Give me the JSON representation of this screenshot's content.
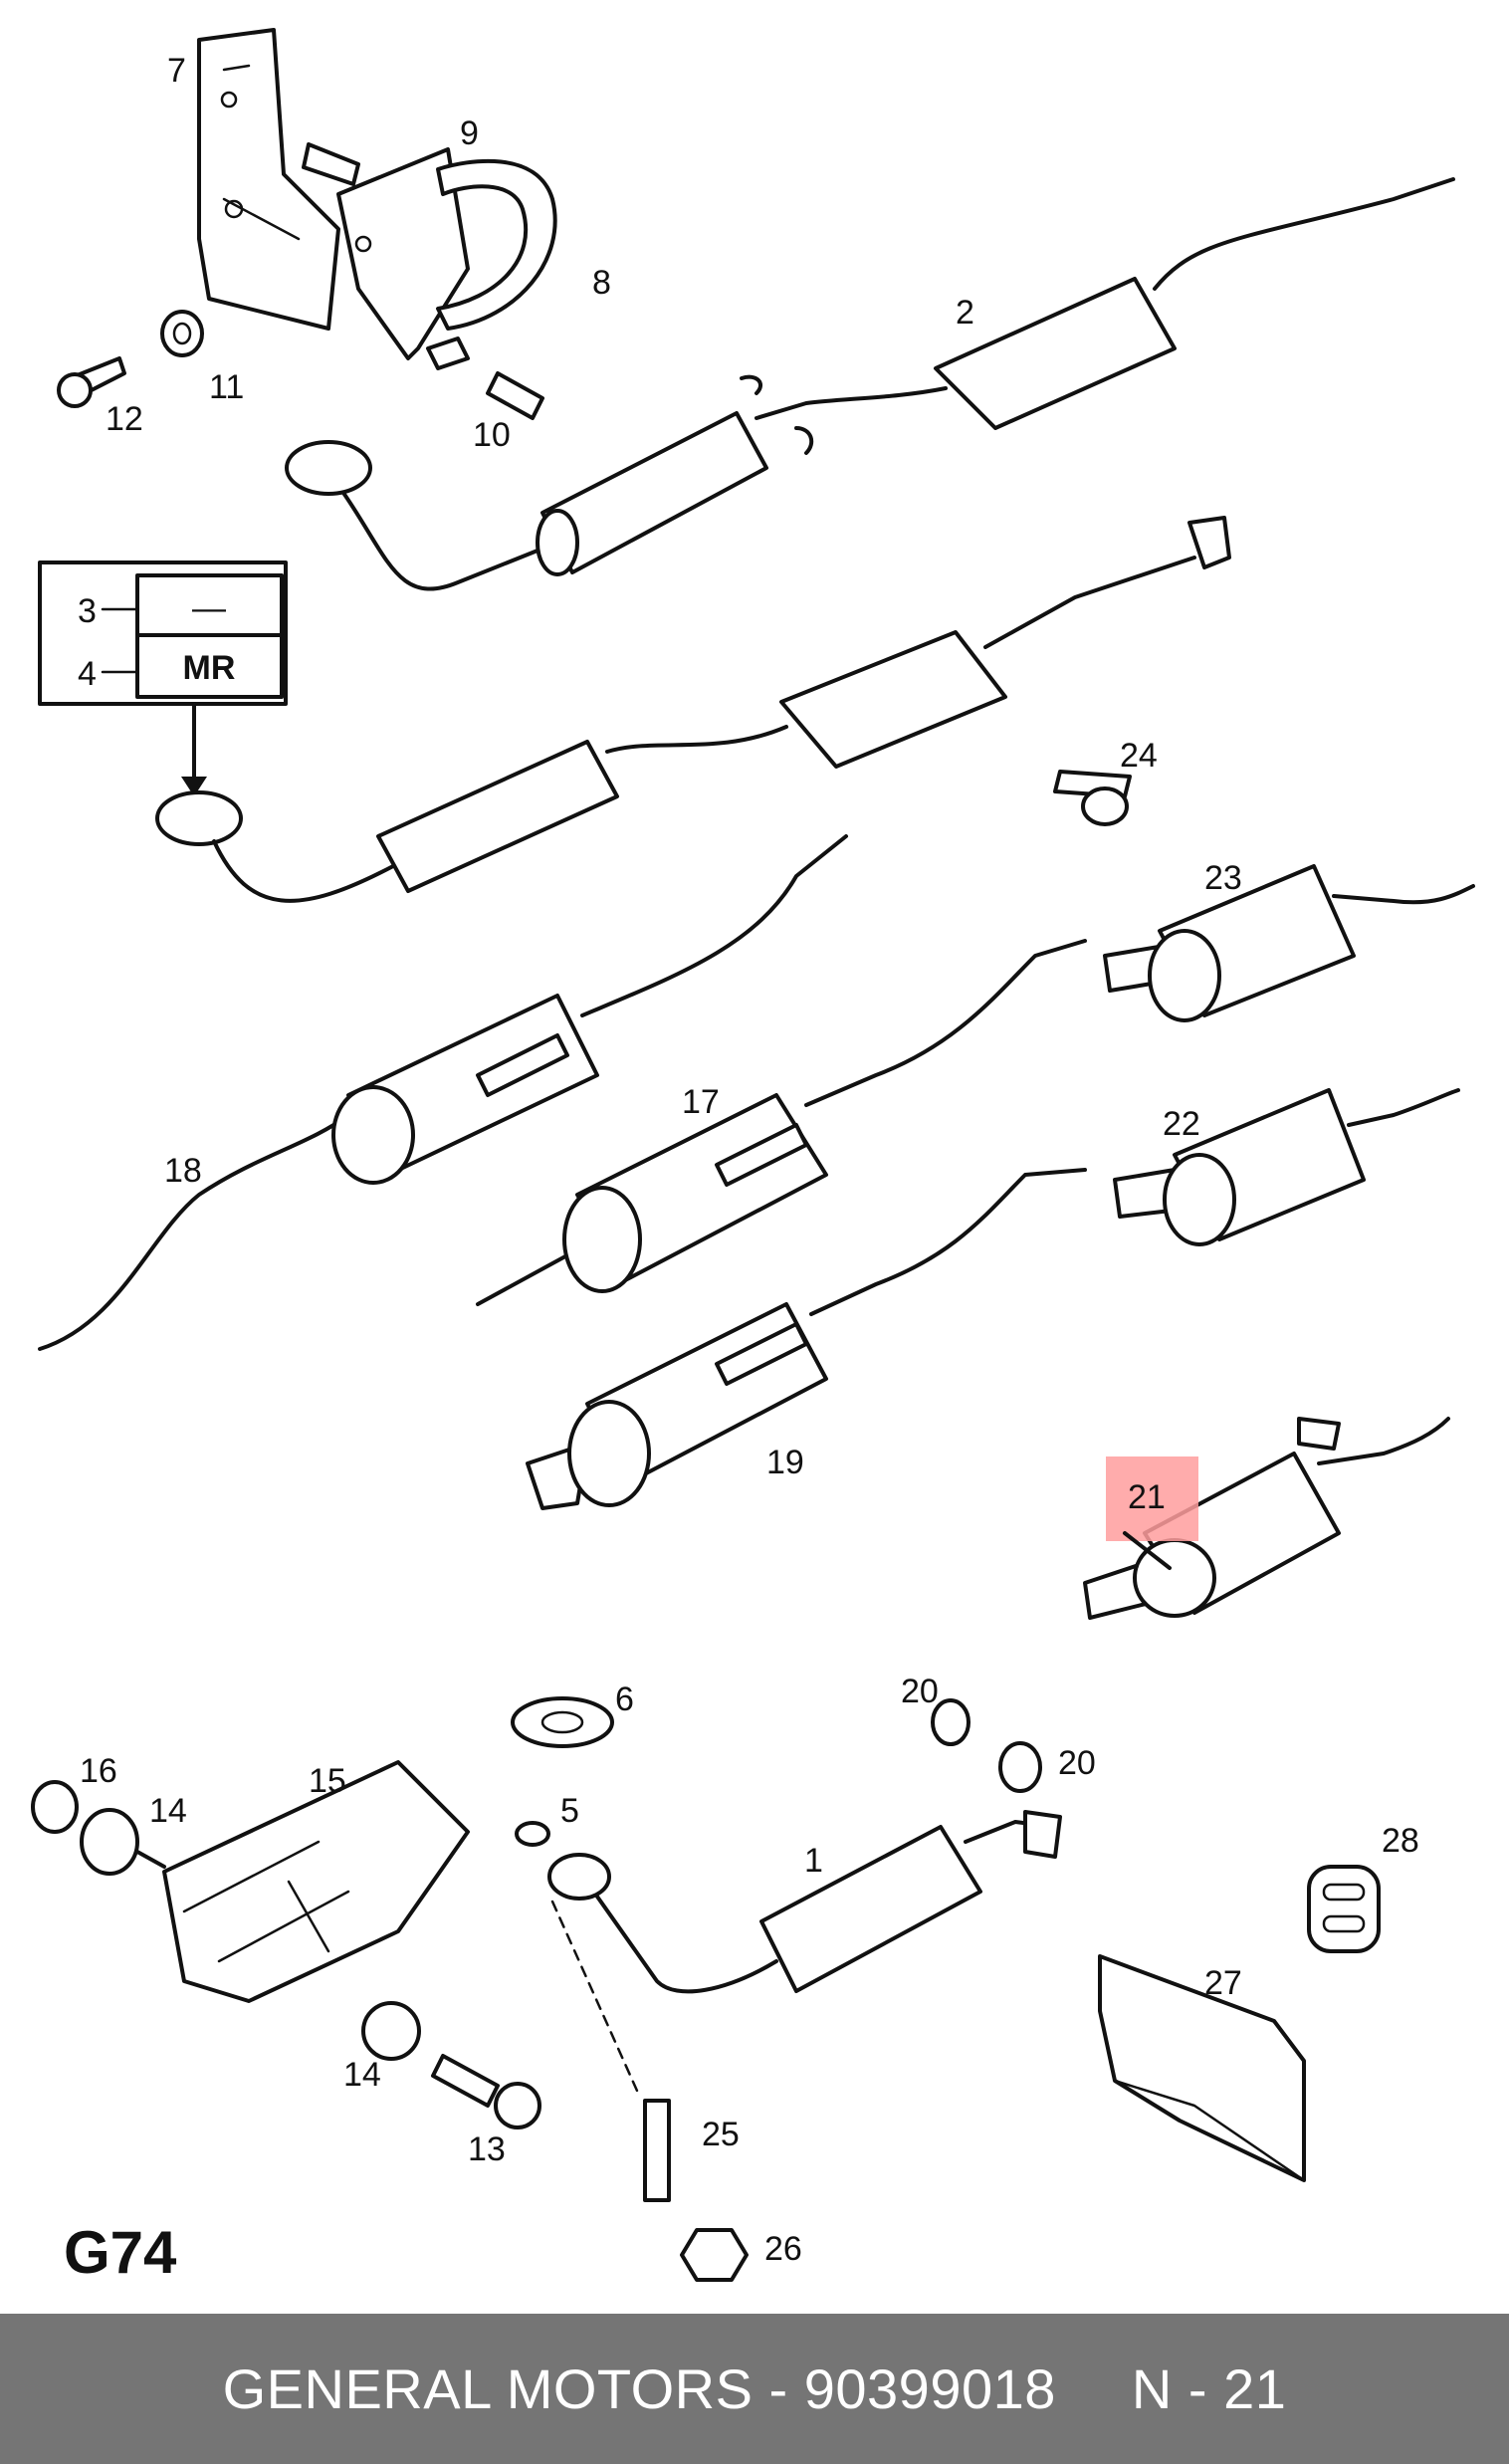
{
  "diagram_code": "G74",
  "footer": {
    "part_source": "GENERAL MOTORS - 90399018",
    "page_ref": "N - 21"
  },
  "highlight": {
    "color": "#ff9e9e",
    "part": "21"
  },
  "legend_box": {
    "rows": [
      {
        "number": "3",
        "code": "—"
      },
      {
        "number": "4",
        "code": "MR"
      }
    ]
  },
  "callouts": {
    "p1": "1",
    "p2": "2",
    "p3": "3",
    "p4": "4",
    "p5": "5",
    "p6": "6",
    "p7": "7",
    "p8": "8",
    "p9": "9",
    "p10": "10",
    "p11": "11",
    "p12": "12",
    "p13": "13",
    "p14a": "14",
    "p14b": "14",
    "p15": "15",
    "p16": "16",
    "p17": "17",
    "p18": "18",
    "p19": "19",
    "p20a": "20",
    "p20b": "20",
    "p21": "21",
    "p22": "22",
    "p23": "23",
    "p24": "24",
    "p25": "25",
    "p26": "26",
    "p27": "27",
    "p28": "28"
  }
}
